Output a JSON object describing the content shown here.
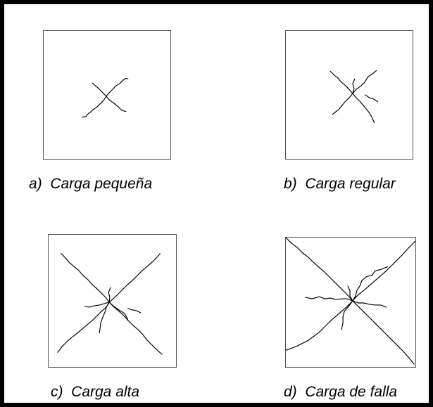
{
  "panels": {
    "a": {
      "caption": "a)  Carga pequeña"
    },
    "b": {
      "caption": "b)  Carga regular"
    },
    "c": {
      "caption": "c)  Carga alta"
    },
    "d": {
      "caption": "d)  Carga de falla"
    }
  },
  "colors": {
    "frame": "#000000",
    "crack": "#000000",
    "panel_border": "#555555"
  }
}
